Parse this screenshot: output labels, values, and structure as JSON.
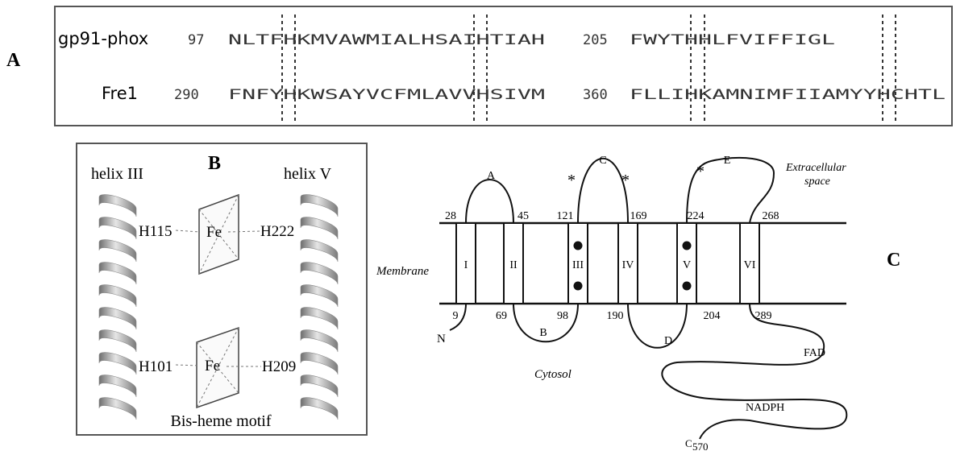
{
  "panel_a": {
    "label": "A",
    "rows": [
      {
        "name": "gp91-phox",
        "seg1_start": "97",
        "seg1": "NLTFHKMVAWMIALHSAIHTIAH",
        "seg2_start": "205",
        "seg2": "FWYTHHLFVIFFIGL"
      },
      {
        "name": "Fre1",
        "seg1_start": "290",
        "seg1": "FNFYHKWSAYVCFMLAVVHSIVM",
        "seg2_start": "360",
        "seg2": "FLLIHKAMNIMFIIAMYYHCHTL"
      }
    ]
  },
  "panel_b": {
    "label": "B",
    "helix_left": "helix III",
    "helix_right": "helix V",
    "top_left_res": "H115",
    "top_right_res": "H222",
    "bottom_left_res": "H101",
    "bottom_right_res": "H209",
    "iron": "Fe",
    "caption": "Bis-heme motif"
  },
  "panel_c": {
    "label": "C",
    "extracellular": [
      "Extracellular",
      "space"
    ],
    "membrane": "Membrane",
    "cytosol": "Cytosol",
    "loops": [
      "A",
      "B",
      "C",
      "D",
      "E"
    ],
    "helices": [
      "I",
      "II",
      "III",
      "IV",
      "V",
      "VI"
    ],
    "top_numbers": [
      "28",
      "45",
      "121",
      "169",
      "224",
      "268"
    ],
    "bottom_numbers": [
      "9",
      "69",
      "98",
      "190",
      "204",
      "289"
    ],
    "n_term": "N",
    "c_term": "C",
    "c_term_number": "570",
    "domains": [
      "FAD",
      "NADPH"
    ],
    "glyco_mark": "*"
  }
}
